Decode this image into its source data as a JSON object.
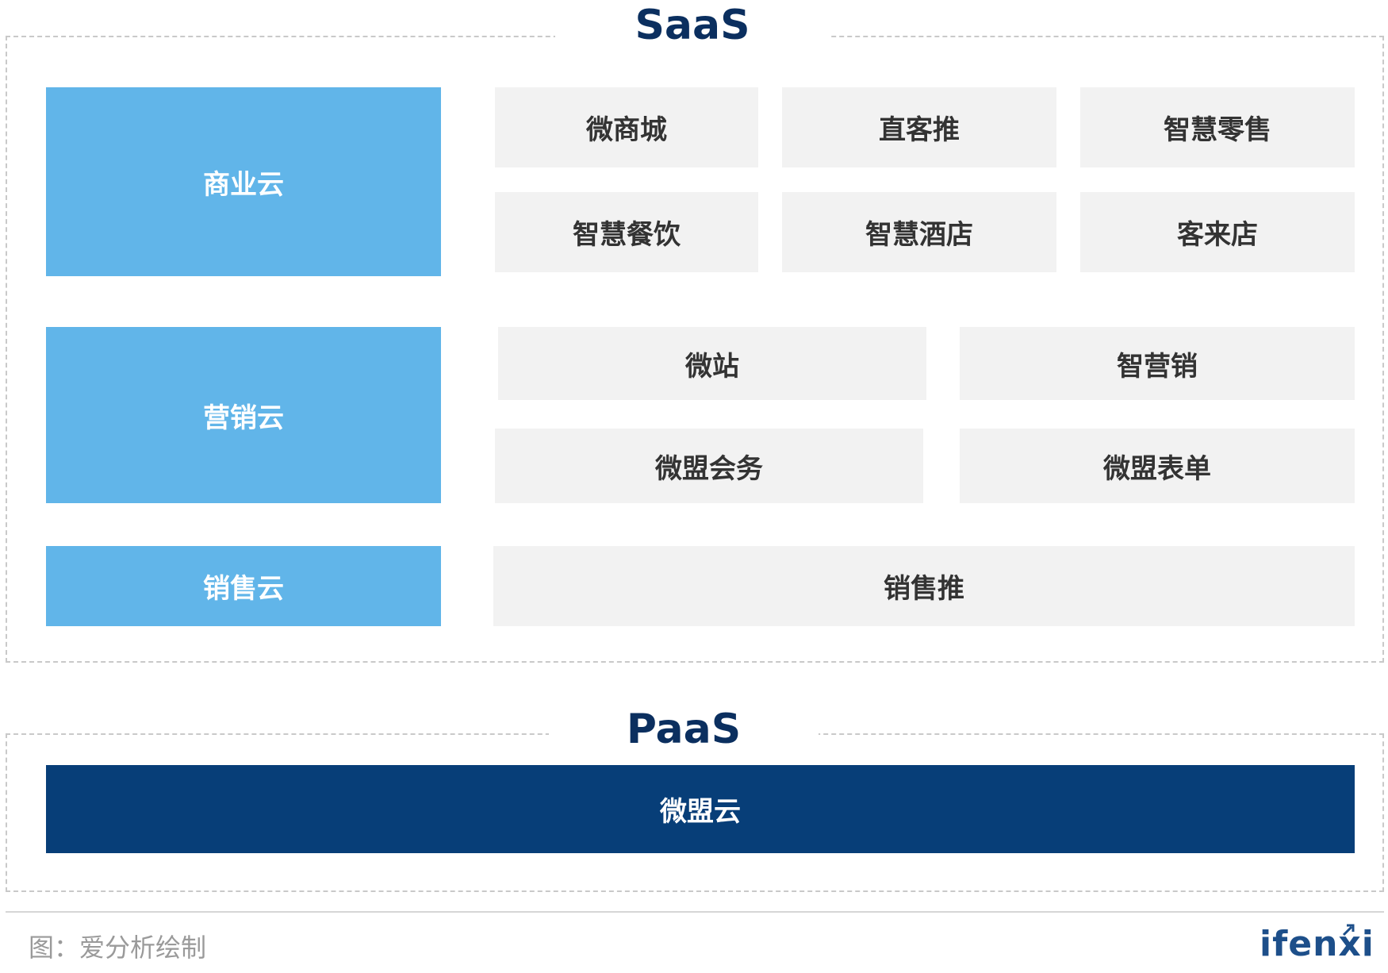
{
  "saas": {
    "title": "SaaS",
    "groups": [
      {
        "name": "商业云",
        "products": [
          "微商城",
          "直客推",
          "智慧零售",
          "智慧餐饮",
          "智慧酒店",
          "客来店"
        ]
      },
      {
        "name": "营销云",
        "products": [
          "微站",
          "智营销",
          "微盟会务",
          "微盟表单"
        ]
      },
      {
        "name": "销售云",
        "products": [
          "销售推"
        ]
      }
    ]
  },
  "paas": {
    "title": "PaaS",
    "platform": "微盟云"
  },
  "footer": {
    "source": "图：爱分析绘制",
    "logo": "ifenxi"
  },
  "colors": {
    "cloud_box": "#61b5e9",
    "product_box": "#f2f2f2",
    "paas_bar": "#073e78",
    "title_text": "#0b2f5f",
    "frame_border": "#c9c9c9"
  }
}
